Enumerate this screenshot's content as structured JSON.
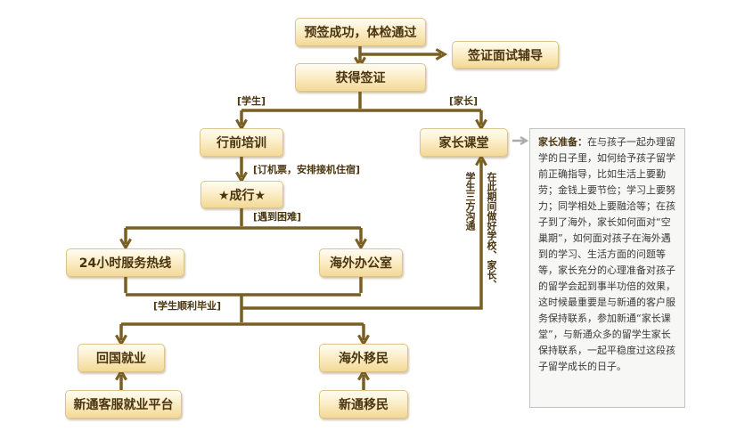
{
  "colors": {
    "connector": "#7a5f25",
    "note_arrow": "#aaaaaa",
    "box_text": "#4a3410"
  },
  "nodes": {
    "visa_prepass": "预签成功，体检通过",
    "interview_coaching": "签证面试辅导",
    "get_visa": "获得签证",
    "pre_departure_training": "行前培训",
    "parent_class": "家长课堂",
    "departure": "★成行★",
    "hotline": "24小时服务热线",
    "overseas_office": "海外办公室",
    "return_employment": "回国就业",
    "immigration": "海外移民",
    "employment_platform": "新通客服就业平台",
    "xintong_immigration": "新通移民"
  },
  "edge_labels": {
    "student": "[学生]",
    "parent": "[家长]",
    "tickets": "[订机票，安排接机住宿]",
    "difficulty": "[遇到困难]",
    "graduation": "[学生顺利毕业]",
    "three_way_col1": "在此期间做好学校、家长、",
    "three_way_col2": "学生三方沟通"
  },
  "note": {
    "heading": "家长准备：",
    "body": "在与孩子一起办理留学的日子里，如何给予孩子留学前正确指导，比如生活上要勤劳；金钱上要节俭；学习上要努力；同学相处上要融洽等；在孩子到了海外，家长如何面对“空巢期”，如何面对孩子在海外遇到的学习、生活方面的问题等等，家长充分的心理准备对孩子的留学会起到事半功倍的效果，这时候最重要是与新通的客户服务保持联系，参加新通“家长课堂”，与新通众多的留学生家长保持联系，一起平稳度过这段孩子留学成长的日子。"
  }
}
